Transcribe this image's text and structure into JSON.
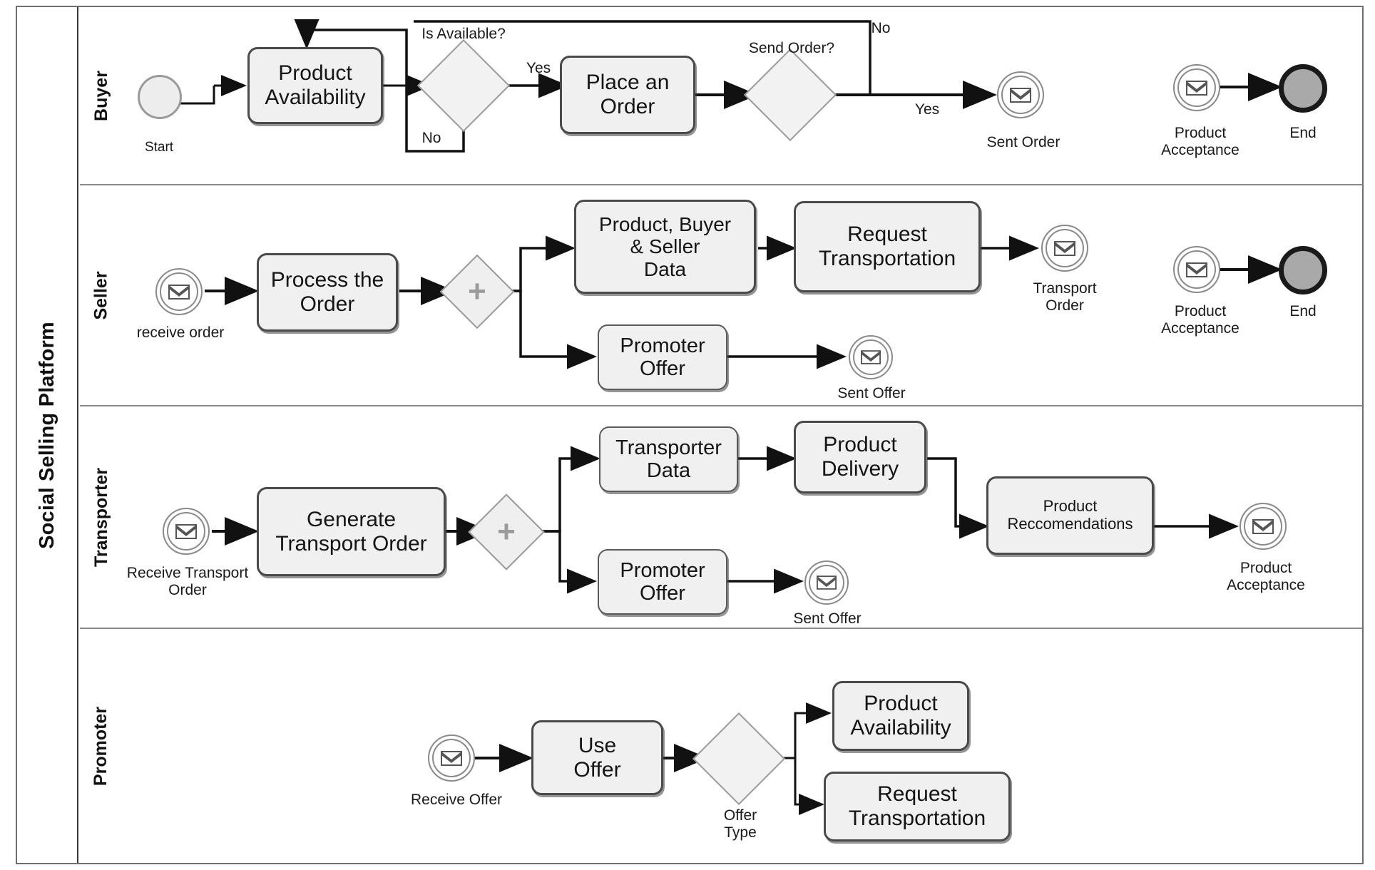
{
  "diagram": {
    "type": "bpmn-collaboration",
    "pool_title": "Social Selling Platform",
    "colors": {
      "task_fill": "#f0f0f0",
      "task_border": "#4a4a4a",
      "gateway_fill": "#f2f2f2",
      "gateway_border": "#9a9a9a",
      "end_event_fill": "#a9a9a9",
      "lane_border": "#8b8b8b"
    },
    "lanes": [
      {
        "name": "Buyer",
        "elements": [
          {
            "kind": "start-event",
            "label": "Start"
          },
          {
            "kind": "task",
            "label": "Product\nAvailability"
          },
          {
            "kind": "exclusive-gateway",
            "label": "Is Available?"
          },
          {
            "kind": "task",
            "label": "Place an\nOrder"
          },
          {
            "kind": "exclusive-gateway",
            "label": "Send Order?"
          },
          {
            "kind": "message-event",
            "label": "Sent Order"
          },
          {
            "kind": "message-event",
            "label": "Product\nAcceptance"
          },
          {
            "kind": "end-event",
            "label": "End"
          }
        ],
        "flow_labels": [
          "Yes",
          "No",
          "No",
          "Yes"
        ]
      },
      {
        "name": "Seller",
        "elements": [
          {
            "kind": "message-event",
            "label": "receive order"
          },
          {
            "kind": "task",
            "label": "Process the\nOrder"
          },
          {
            "kind": "parallel-gateway",
            "label": ""
          },
          {
            "kind": "task",
            "label": "Product, Buyer\n& Seller\nData"
          },
          {
            "kind": "task",
            "label": "Request\nTransportation"
          },
          {
            "kind": "message-event",
            "label": "Transport\nOrder"
          },
          {
            "kind": "task",
            "label": "Promoter\nOffer"
          },
          {
            "kind": "message-event",
            "label": "Sent Offer"
          },
          {
            "kind": "message-event",
            "label": "Product\nAcceptance"
          },
          {
            "kind": "end-event",
            "label": "End"
          }
        ],
        "flow_labels": []
      },
      {
        "name": "Transporter",
        "elements": [
          {
            "kind": "message-event",
            "label": "Receive Transport\nOrder"
          },
          {
            "kind": "task",
            "label": "Generate\nTransport Order"
          },
          {
            "kind": "parallel-gateway",
            "label": ""
          },
          {
            "kind": "task",
            "label": "Transporter\nData"
          },
          {
            "kind": "task",
            "label": "Product\nDelivery"
          },
          {
            "kind": "task",
            "label": "Product\nReccomendations"
          },
          {
            "kind": "message-event",
            "label": "Product\nAcceptance"
          },
          {
            "kind": "task",
            "label": "Promoter\nOffer"
          },
          {
            "kind": "message-event",
            "label": "Sent Offer"
          }
        ],
        "flow_labels": []
      },
      {
        "name": "Promoter",
        "elements": [
          {
            "kind": "message-event",
            "label": "Receive Offer"
          },
          {
            "kind": "task",
            "label": "Use\nOffer"
          },
          {
            "kind": "exclusive-gateway",
            "label": "Offer\nType"
          },
          {
            "kind": "task",
            "label": "Product\nAvailability"
          },
          {
            "kind": "task",
            "label": "Request\nTransportation"
          }
        ],
        "flow_labels": []
      }
    ]
  },
  "buyer": {
    "lane_label": "Buyer",
    "start_label": "Start",
    "task_product_availability": "Product\nAvailability",
    "gw_is_available": "Is Available?",
    "yes1": "Yes",
    "no1": "No",
    "task_place_order": "Place an\nOrder",
    "gw_send_order": "Send Order?",
    "no2": "No",
    "yes2": "Yes",
    "ev_sent_order": "Sent Order",
    "ev_product_acceptance": "Product\nAcceptance",
    "ev_end": "End"
  },
  "seller": {
    "lane_label": "Seller",
    "ev_receive_order": "receive order",
    "task_process_order": "Process the\nOrder",
    "gw_split": "+",
    "task_pbs_data": "Product, Buyer\n& Seller\nData",
    "task_request_transportation": "Request\nTransportation",
    "ev_transport_order": "Transport\nOrder",
    "task_promoter_offer": "Promoter\nOffer",
    "ev_sent_offer": "Sent Offer",
    "ev_product_acceptance": "Product\nAcceptance",
    "ev_end": "End"
  },
  "transporter": {
    "lane_label": "Transporter",
    "ev_receive_transport_order": "Receive Transport\nOrder",
    "task_generate_transport_order": "Generate\nTransport Order",
    "gw_split": "+",
    "task_transporter_data": "Transporter\nData",
    "task_product_delivery": "Product\nDelivery",
    "task_product_recommendations": "Product\nReccomendations",
    "ev_product_acceptance": "Product\nAcceptance",
    "task_promoter_offer": "Promoter\nOffer",
    "ev_sent_offer": "Sent Offer"
  },
  "promoter": {
    "lane_label": "Promoter",
    "ev_receive_offer": "Receive Offer",
    "task_use_offer": "Use\nOffer",
    "gw_offer_type": "Offer\nType",
    "task_product_availability": "Product\nAvailability",
    "task_request_transportation": "Request\nTransportation"
  }
}
